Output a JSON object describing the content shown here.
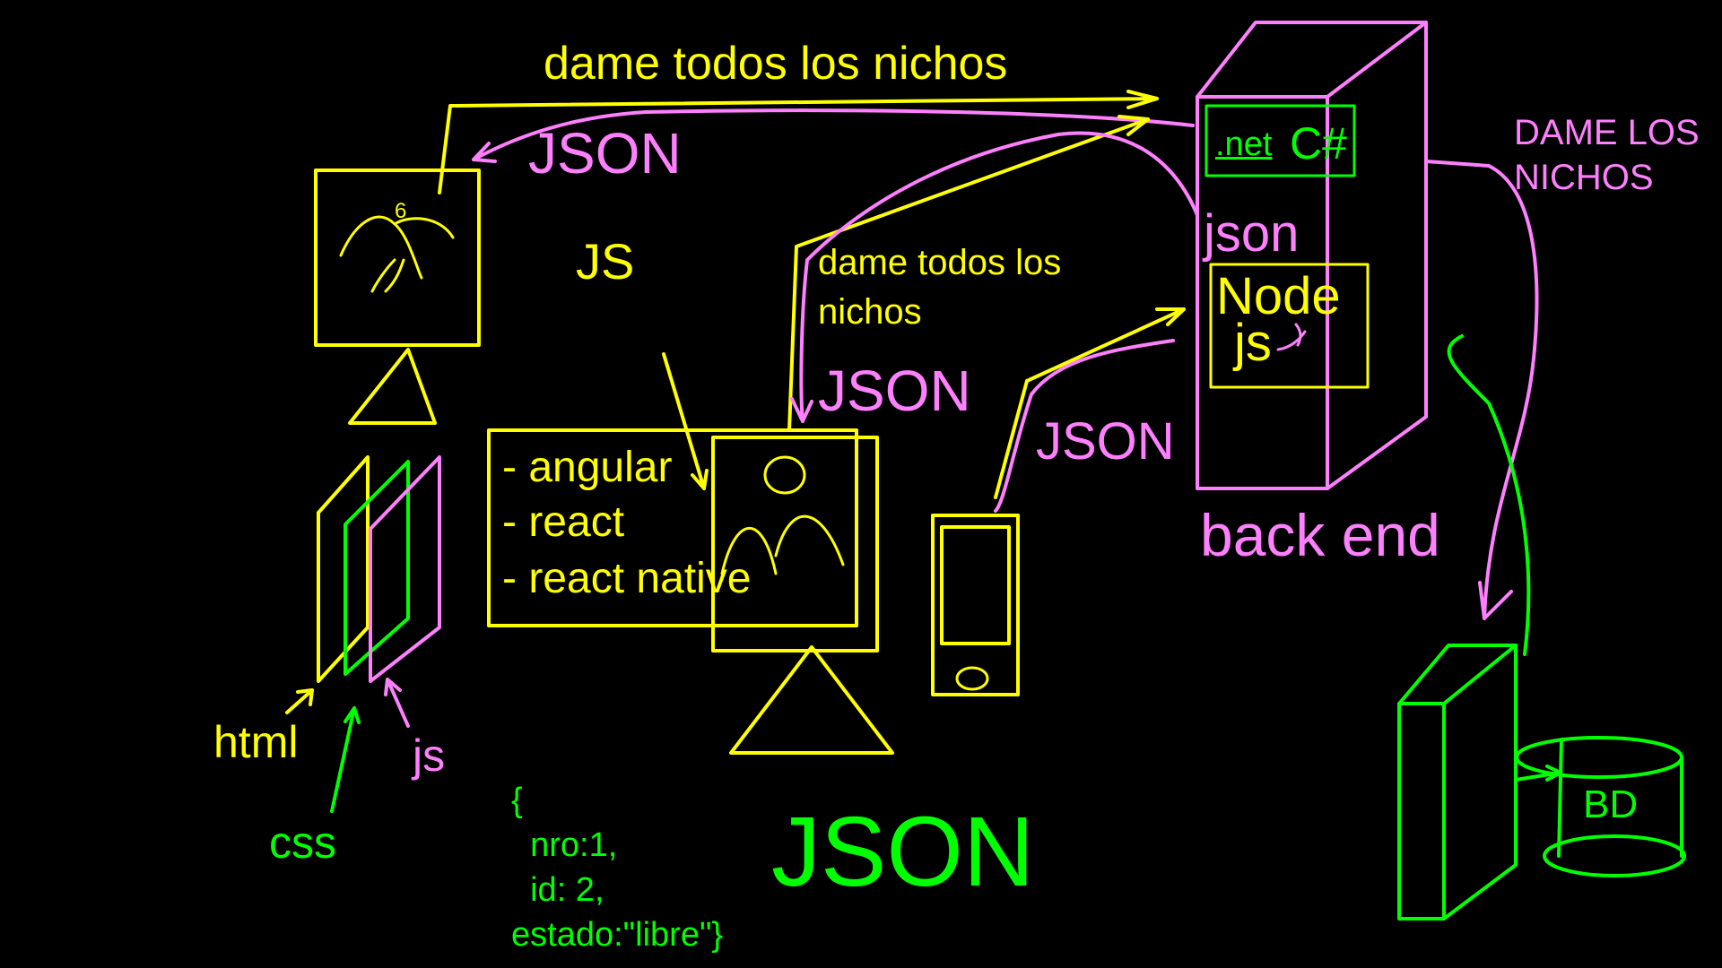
{
  "colors": {
    "background": "#000000",
    "yellow": "#ffff00",
    "pink": "#ff80ff",
    "green": "#00ff00"
  },
  "labels": {
    "request_top": "dame todos los nichos",
    "json_top": "JSON",
    "js_heading": "JS",
    "request_mid_line1": "dame todos los",
    "request_mid_line2": "nichos",
    "json_mid": "JSON",
    "json_phone": "JSON",
    "frameworks": [
      "- angular",
      "- react",
      "- react native"
    ],
    "html": "html",
    "css": "css",
    "js_layer": "js",
    "json_example": [
      "{",
      "  nro:1,",
      "  id: 2,",
      "estado:\"libre\"}"
    ],
    "json_big": "JSON",
    "net": ".net",
    "csharp": "C#",
    "json_lower": "json",
    "node_line1": "Node",
    "node_line2": "js",
    "back_end": "back end",
    "db_request_line1": "DAME LOS",
    "db_request_line2": "NICHOS",
    "db": "BD"
  }
}
